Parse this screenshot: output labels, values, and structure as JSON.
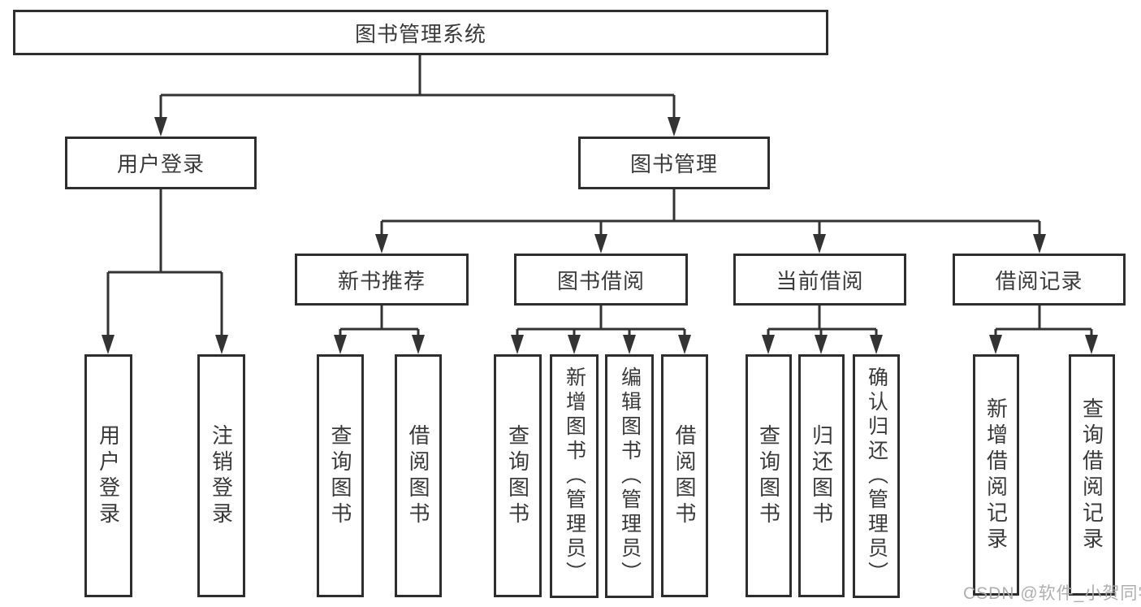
{
  "tree": {
    "label": "图书管理系统",
    "children": [
      {
        "label": "用户登录",
        "children": [
          {
            "label": "用户登录"
          },
          {
            "label": "注销登录"
          }
        ]
      },
      {
        "label": "图书管理",
        "children": [
          {
            "label": "新书推荐",
            "children": [
              {
                "label": "查询图书"
              },
              {
                "label": "借阅图书"
              }
            ]
          },
          {
            "label": "图书借阅",
            "children": [
              {
                "label": "查询图书"
              },
              {
                "label": "新增图书（管理员）"
              },
              {
                "label": "编辑图书（管理员）"
              },
              {
                "label": "借阅图书"
              }
            ]
          },
          {
            "label": "当前借阅",
            "children": [
              {
                "label": "查询图书"
              },
              {
                "label": "归还图书"
              },
              {
                "label": "确认归还（管理员）"
              }
            ]
          },
          {
            "label": "借阅记录",
            "children": [
              {
                "label": "新增借阅记录"
              },
              {
                "label": "查询借阅记录"
              }
            ]
          }
        ]
      }
    ]
  },
  "watermark": {
    "text": "CSDN @软件_小贺同学"
  },
  "colors": {
    "line": "#333333",
    "box_border": "#2e2e2e",
    "text": "#3a3a3a",
    "watermark": "#ababab",
    "background": "#ffffff"
  }
}
